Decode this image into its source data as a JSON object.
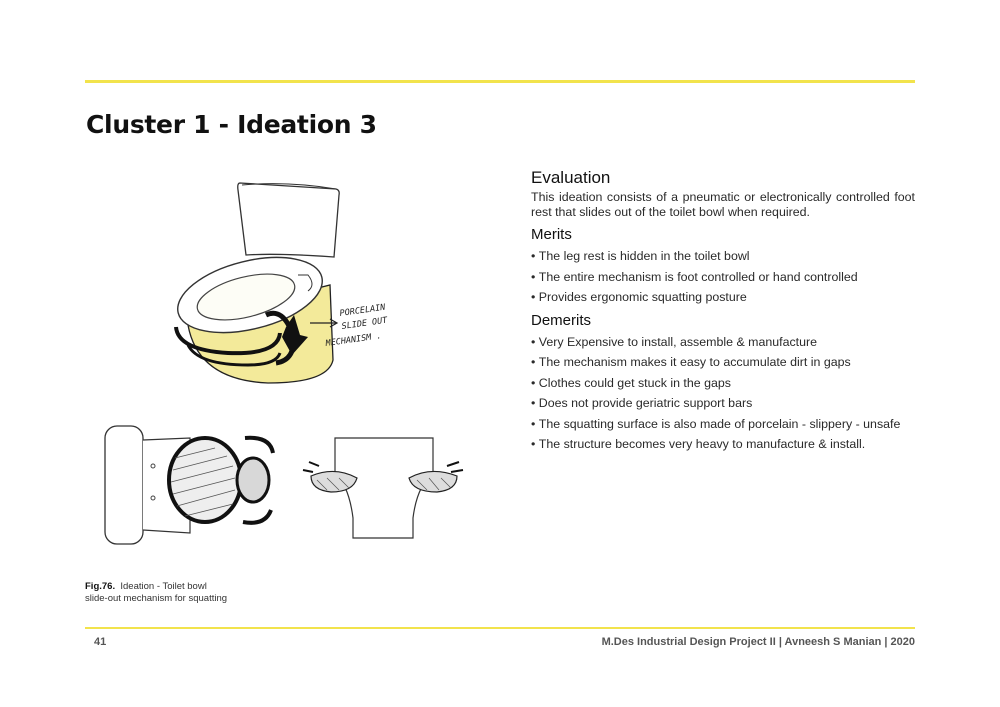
{
  "page": {
    "title": "Cluster 1 - Ideation 3",
    "page_number": "41",
    "footer": "M.Des Industrial Design Project II | Avneesh S Manian | 2020",
    "accent_color": "#f2e34c"
  },
  "figure": {
    "annotation_lines": [
      "PORCELAIN",
      "SLIDE OUT",
      "MECHANISM ."
    ],
    "caption_label": "Fig.76.",
    "caption_text": "Ideation - Toilet bowl",
    "caption_line2": "slide-out mechanism for squatting"
  },
  "evaluation": {
    "heading": "Evaluation",
    "text": "This ideation consists of a pneumatic or electronically controlled foot rest that slides out of the toilet bowl when required."
  },
  "merits": {
    "heading": "Merits",
    "items": [
      "The leg rest is hidden in the toilet bowl",
      "The entire mechanism is foot controlled or hand controlled",
      "Provides ergonomic squatting posture"
    ]
  },
  "demerits": {
    "heading": "Demerits",
    "items": [
      "Very Expensive to install, assemble & manufacture",
      "The mechanism makes it easy to accumulate dirt in gaps",
      "Clothes could get stuck in the gaps",
      "Does not provide geriatric support bars",
      "The squatting surface is also made of porcelain - slippery - unsafe",
      "The structure becomes very heavy to manufacture & install."
    ]
  }
}
